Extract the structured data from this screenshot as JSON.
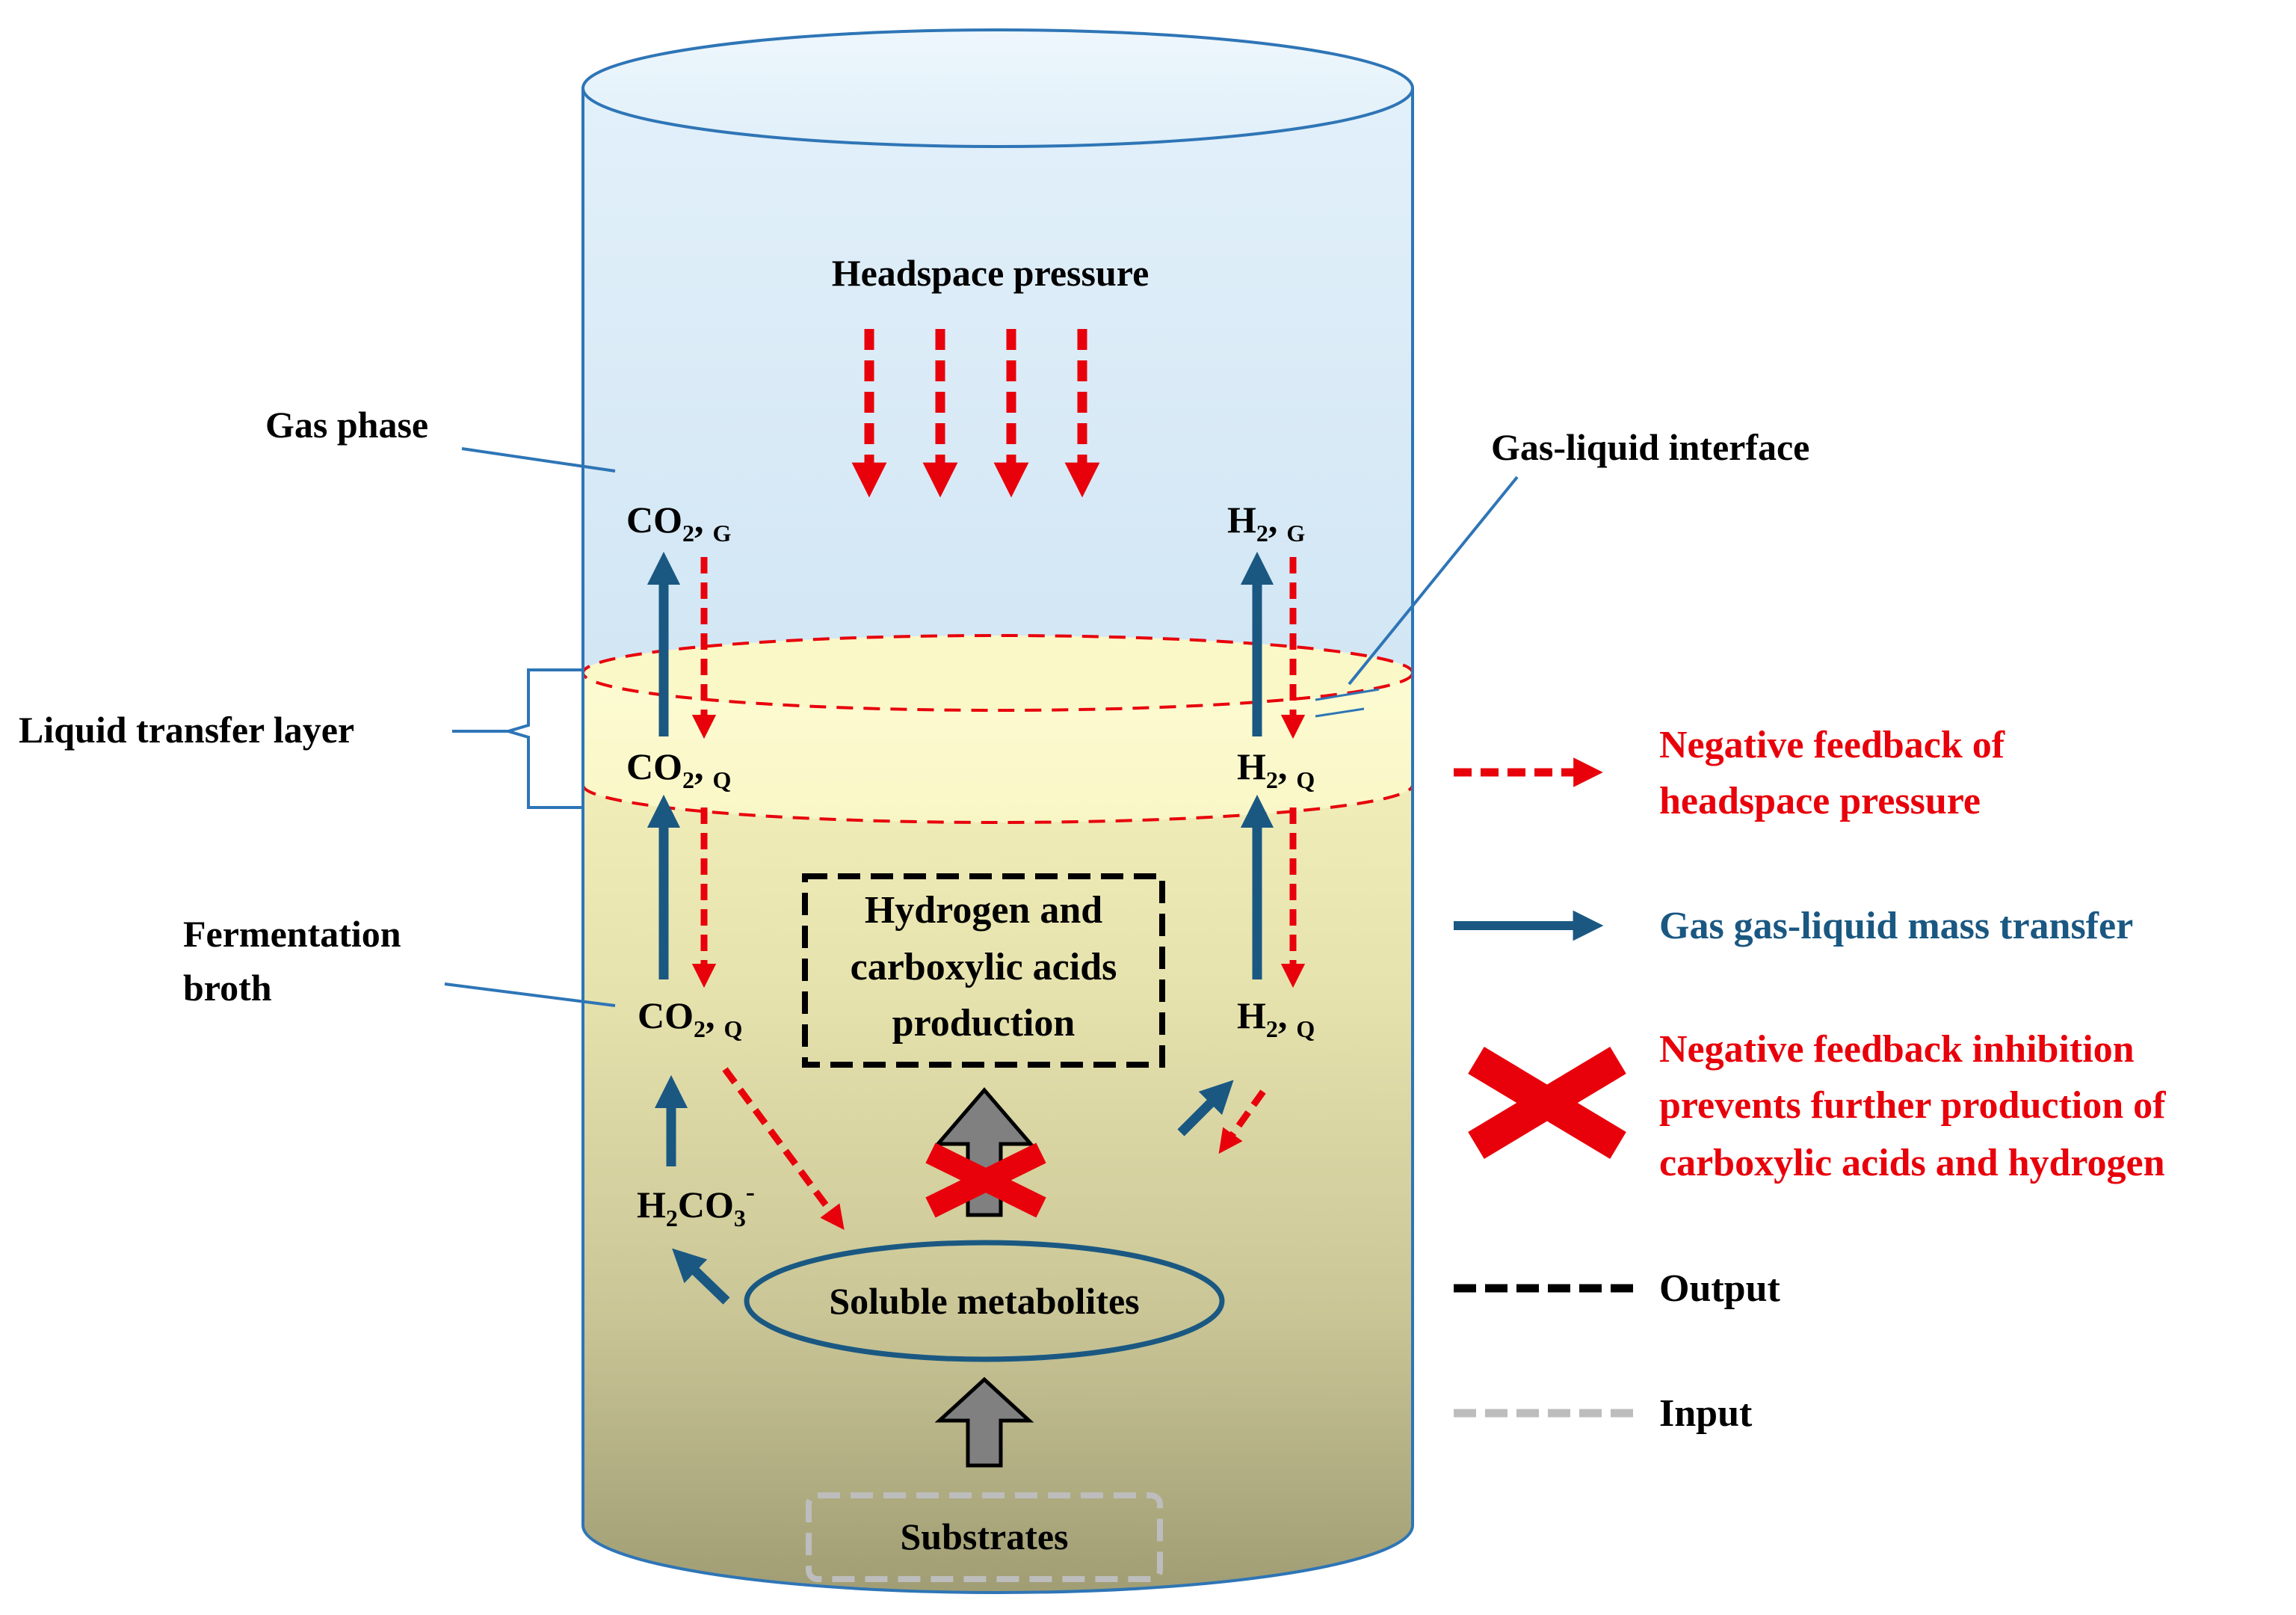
{
  "labels": {
    "headspace_pressure": "Headspace pressure",
    "gas_phase": "Gas phase",
    "gas_liquid_interface": "Gas-liquid interface",
    "liquid_transfer_layer": "Liquid transfer layer",
    "fermentation_broth_line1": "Fermentation",
    "fermentation_broth_line2": "broth",
    "output_box_line1": "Hydrogen and",
    "output_box_line2": "carboxylic acids",
    "output_box_line3": "production",
    "soluble_metabolites": "Soluble metabolites",
    "substrates": "Substrates"
  },
  "species": {
    "co2": "CO",
    "h2": "H",
    "sub2": "2",
    "comma": ",",
    "g": "G",
    "q": "Q",
    "h2co3_h": "H",
    "h2co3_sub2": "2",
    "h2co3_co": "CO",
    "h2co3_sub3": "3",
    "h2co3_minus": "-"
  },
  "legend": {
    "neg_feedback_line1": "Negative feedback of",
    "neg_feedback_line2": "headspace pressure",
    "mass_transfer": "Gas gas-liquid mass transfer",
    "inhibition_line1": "Negative feedback inhibition",
    "inhibition_line2": "prevents further production of",
    "inhibition_line3": "carboxylic acids and hydrogen",
    "output": "Output",
    "input": "Input"
  },
  "colors": {
    "red": "#e8000b",
    "blue": "#1a5882",
    "black": "#000000",
    "gray": "#bdbdbd",
    "outline": "#2e75b6"
  }
}
